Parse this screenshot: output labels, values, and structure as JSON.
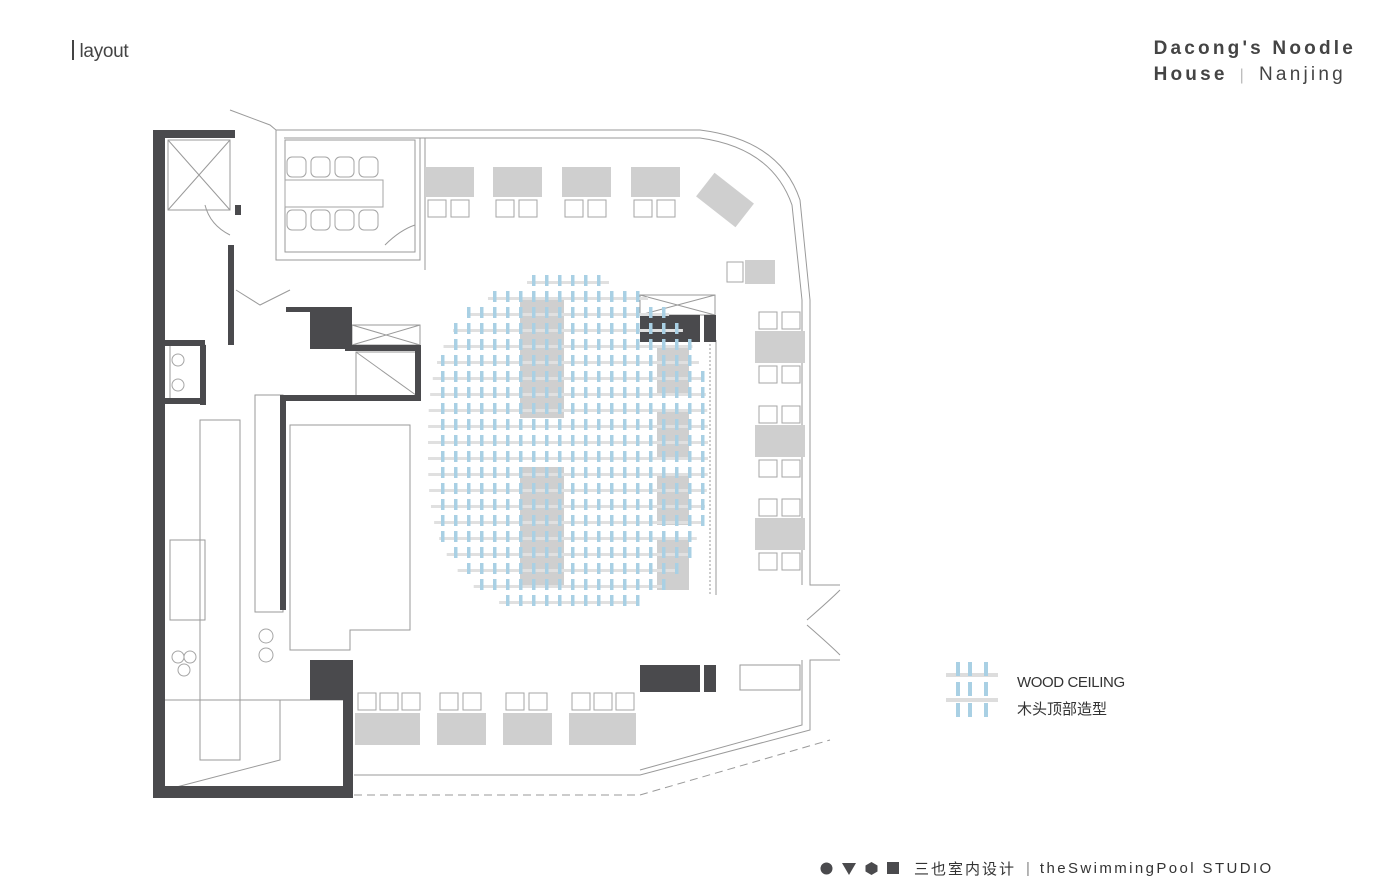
{
  "section_label": "layout",
  "title": {
    "line1": "Dacong's Noodle",
    "line2": "House",
    "city": "Nanjing"
  },
  "legend": {
    "label_en": "WOOD CEILING",
    "label_cn": "木头顶部造型",
    "icon": "wood-ceiling-pattern-icon"
  },
  "footer": {
    "studio_cn": "三也室内设计",
    "studio_en": "theSwimmingPool STUDIO",
    "shapes": [
      "circle-icon",
      "triangle-icon",
      "hexagon-icon",
      "square-icon"
    ]
  },
  "colors": {
    "wall": "#4a4a4d",
    "table": "#cfcfcf",
    "line": "#9a9a9a",
    "wood_ceiling": "#a9d0e4"
  }
}
